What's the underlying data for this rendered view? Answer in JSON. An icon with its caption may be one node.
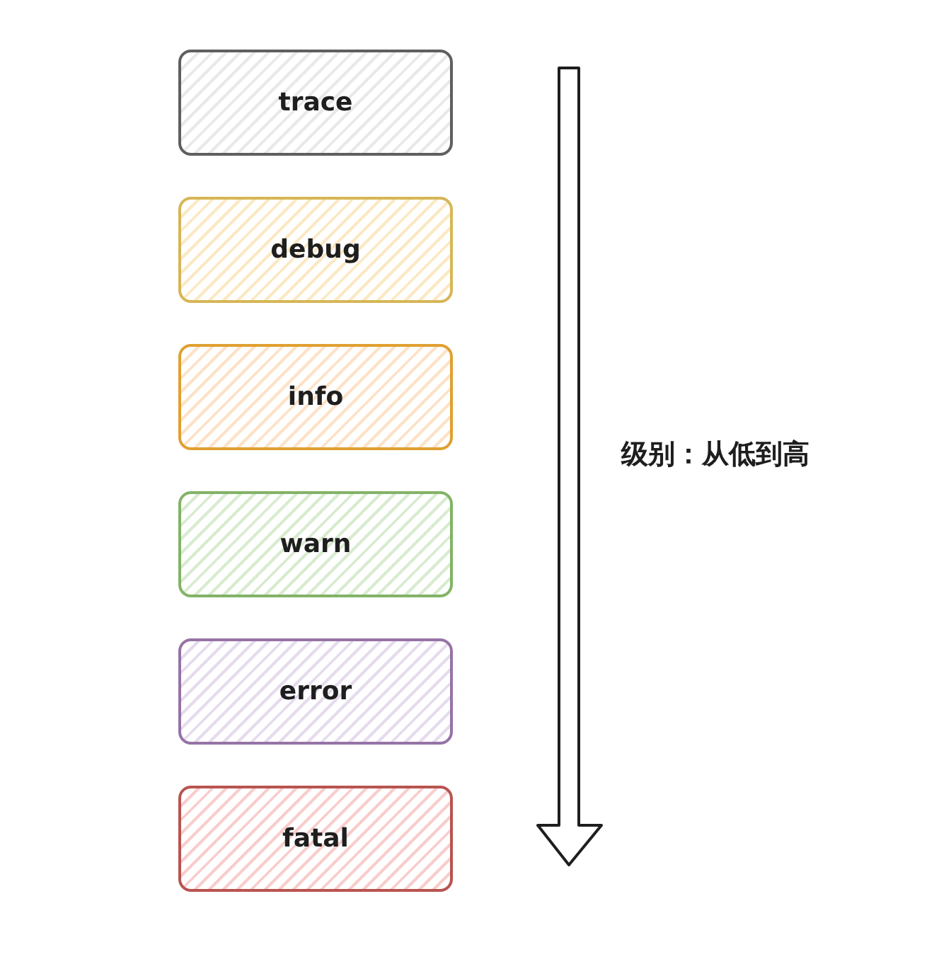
{
  "diagram": {
    "nodes": [
      {
        "text": [
          "trace"
        ]
      },
      {
        "text": [
          "debug"
        ]
      },
      {
        "text": [
          "info"
        ]
      },
      {
        "text": [
          "warn"
        ]
      },
      {
        "text": [
          "error"
        ]
      },
      {
        "text": [
          "fatal"
        ]
      }
    ],
    "labels": [
      "级别：从低到高"
    ]
  }
}
